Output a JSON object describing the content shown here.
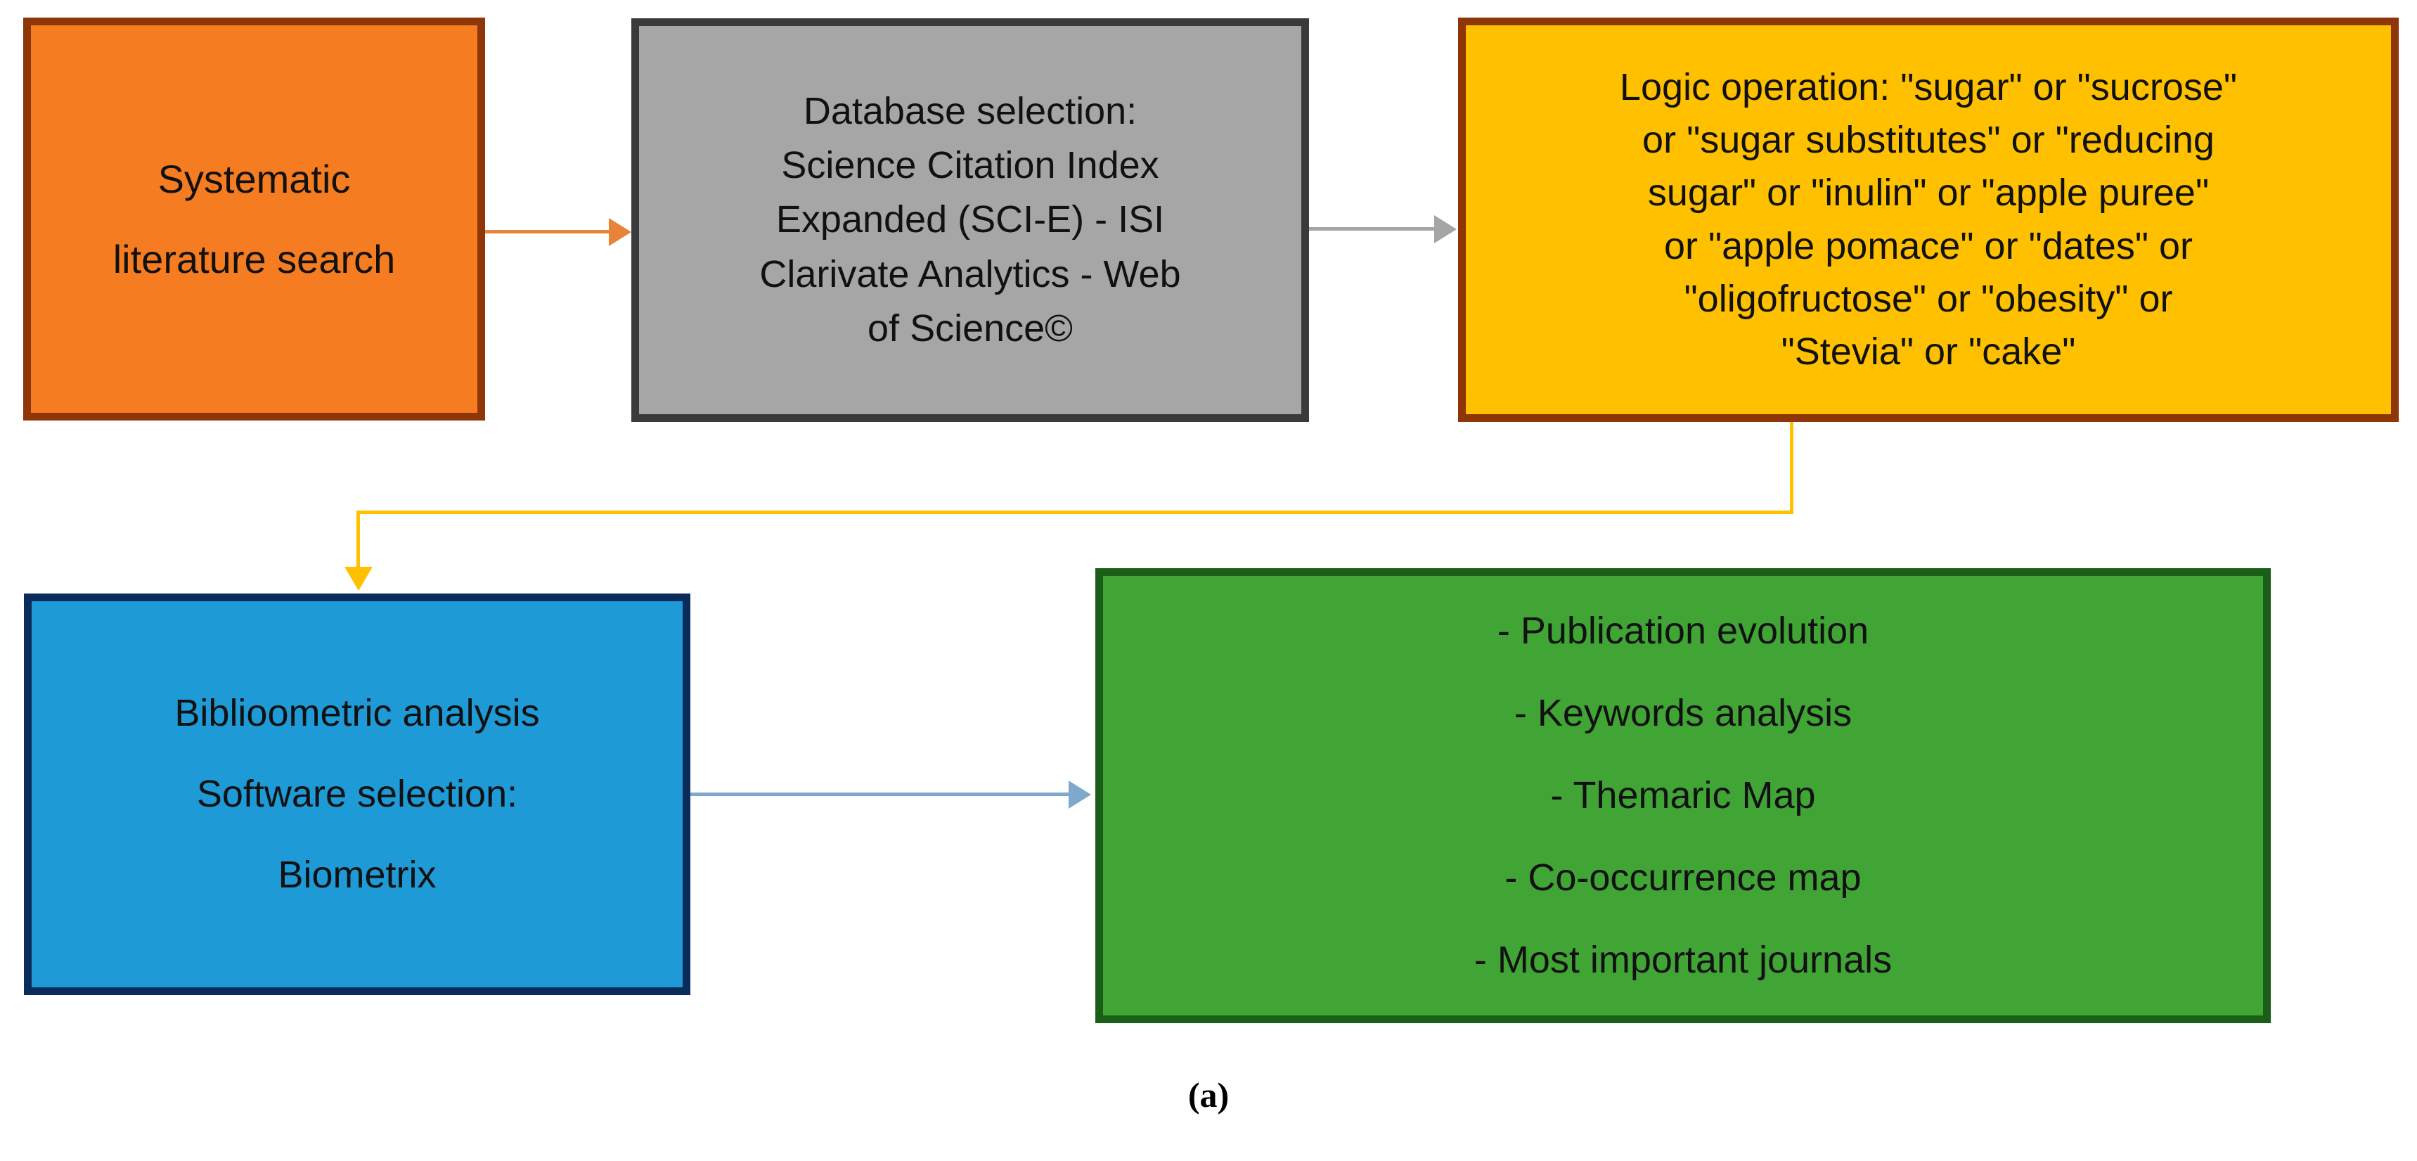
{
  "figure": {
    "caption": "(a)",
    "type": "flowchart",
    "background": "#FFFFFF"
  },
  "nodes": [
    {
      "id": "search",
      "name": "systematic-literature-search",
      "lines": [
        "Systematic",
        "literature search"
      ],
      "fill": "#F57C20",
      "border": "#8E3608"
    },
    {
      "id": "database",
      "name": "database-selection",
      "lines": [
        "Database selection:",
        "Science Citation Index",
        "Expanded (SCI-E) - ISI",
        "Clarivate Analytics - Web",
        "of Science©"
      ],
      "fill": "#A6A6A6",
      "border": "#3A3A3C"
    },
    {
      "id": "logic",
      "name": "logic-operation",
      "lines": [
        "Logic operation: \"sugar\" or \"sucrose\"",
        "or \"sugar substitutes\" or \"reducing",
        "sugar\" or \"inulin\" or \"apple puree\"",
        "or \"apple pomace\" or \"dates\" or",
        "\"oligofructose\" or \"obesity\" or",
        "\"Stevia\" or \"cake\""
      ],
      "fill": "#FFC000",
      "border": "#8E3608"
    },
    {
      "id": "biblio",
      "name": "bibliometric-analysis",
      "lines": [
        "Biblioometric analysis",
        "Software selection:\nBiometrix"
      ],
      "line1": "Biblioometric analysis",
      "line2a": "Software selection:",
      "line2b": "Biometrix",
      "fill": "#1E9AD6",
      "border": "#0B2C5B"
    },
    {
      "id": "outputs",
      "name": "analysis-outputs",
      "lines": [
        "- Publication evolution",
        "- Keywords analysis",
        "- Themaric Map",
        "- Co-occurrence map",
        "- Most important journals"
      ],
      "fill": "#40A535",
      "border": "#1B5E17"
    }
  ],
  "node_text": {
    "search": {
      "l1": "Systematic",
      "l2": "literature search"
    },
    "database": {
      "l1": "Database selection:",
      "l2": "Science Citation Index",
      "l3": "Expanded (SCI-E) - ISI",
      "l4": "Clarivate Analytics - Web",
      "l5": "of Science©"
    },
    "logic": {
      "l1": "Logic operation: \"sugar\" or \"sucrose\"",
      "l2": "or \"sugar substitutes\" or \"reducing",
      "l3": "sugar\" or \"inulin\" or \"apple puree\"",
      "l4": "or \"apple pomace\" or \"dates\" or",
      "l5": "\"oligofructose\" or \"obesity\" or",
      "l6": "\"Stevia\" or \"cake\""
    },
    "biblio": {
      "l1": "Biblioometric analysis",
      "l2": "Software selection:",
      "l3": "Biometrix"
    },
    "outputs": {
      "l1": "- Publication evolution",
      "l2": "- Keywords analysis",
      "l3": "- Themaric Map",
      "l4": "- Co-occurrence map",
      "l5": "- Most important journals"
    }
  },
  "connectors": [
    {
      "name": "arrow-search-to-database",
      "from": "search",
      "to": "database",
      "color": "#E8833A",
      "style": "straight-right"
    },
    {
      "name": "arrow-database-to-logic",
      "from": "database",
      "to": "logic",
      "color": "#A5A5A5",
      "style": "straight-right"
    },
    {
      "name": "arrow-logic-to-biblio",
      "from": "logic",
      "to": "biblio",
      "color": "#FFC000",
      "style": "elbow-down-left-down"
    },
    {
      "name": "arrow-biblio-to-outputs",
      "from": "biblio",
      "to": "outputs",
      "color": "#7FA9CC",
      "style": "straight-right"
    }
  ]
}
